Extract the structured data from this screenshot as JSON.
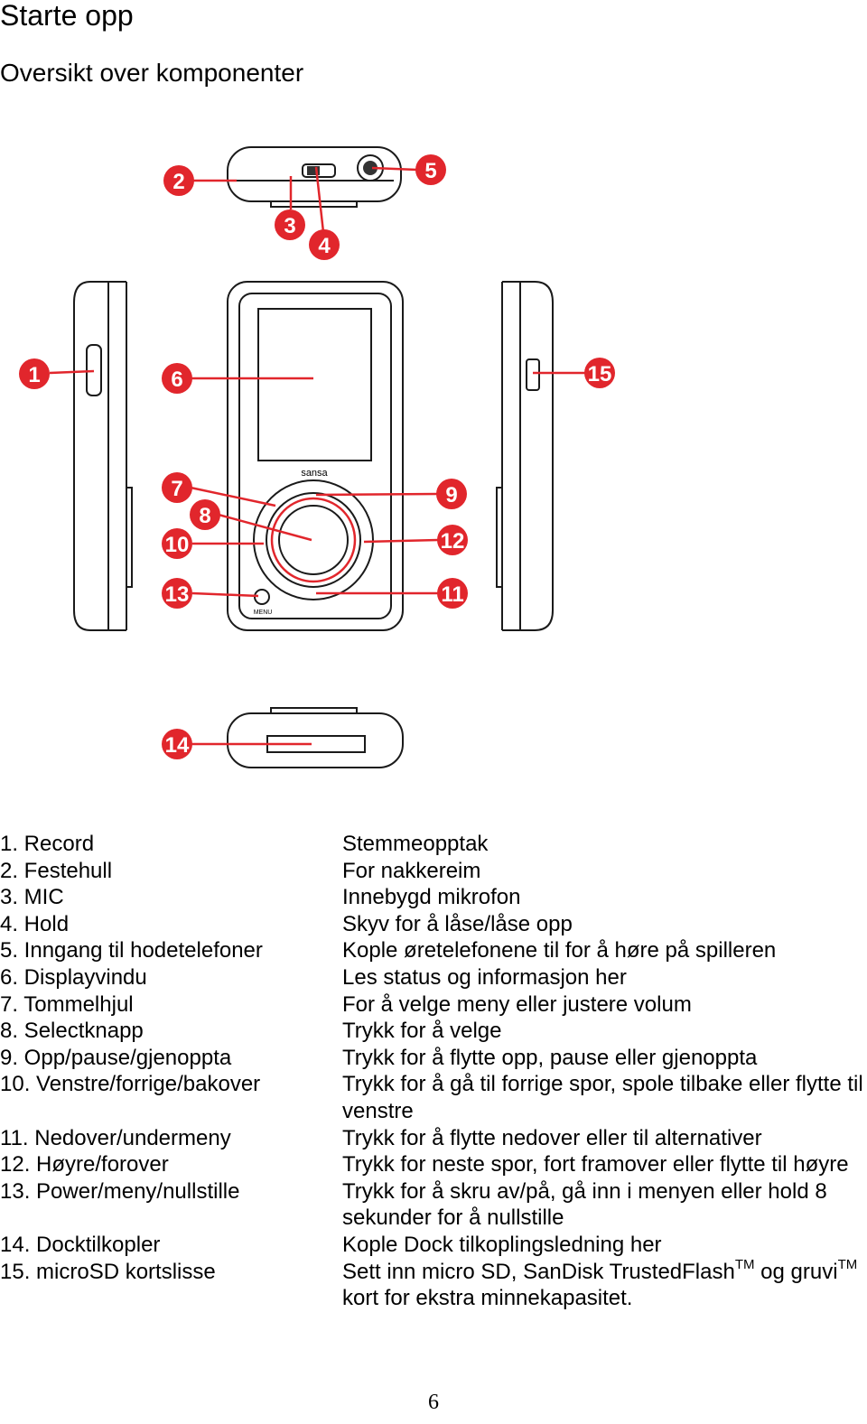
{
  "page": {
    "title": "Starte opp",
    "subtitle": "Oversikt over komponenter",
    "page_number": "6"
  },
  "figure": {
    "brand_text": "sansa",
    "menu_text": "MENU",
    "callouts": [
      "1",
      "2",
      "3",
      "4",
      "5",
      "6",
      "7",
      "8",
      "9",
      "10",
      "11",
      "12",
      "13",
      "14",
      "15"
    ],
    "accent_color": "#e1262c"
  },
  "legend": [
    {
      "term": "1. Record",
      "desc": "Stemmeopptak"
    },
    {
      "term": "2. Festehull",
      "desc": "For nakkereim"
    },
    {
      "term": "3. MIC",
      "desc": "Innebygd mikrofon"
    },
    {
      "term": "4. Hold",
      "desc": "Skyv for å låse/låse opp"
    },
    {
      "term": "5. Inngang til hodetelefoner",
      "desc": "Kople øretelefonene til for å høre på spilleren"
    },
    {
      "term": "6. Displayvindu",
      "desc": "Les status og informasjon her"
    },
    {
      "term": "7. Tommelhjul",
      "desc": "For å velge meny eller justere volum"
    },
    {
      "term": "8. Selectknapp",
      "desc": "Trykk for å velge"
    },
    {
      "term": "9. Opp/pause/gjenoppta",
      "desc": "Trykk for å flytte opp, pause eller gjenoppta"
    },
    {
      "term": "10. Venstre/forrige/bakover",
      "desc": "Trykk for å gå til forrige spor, spole tilbake eller flytte til venstre"
    },
    {
      "term": "11. Nedover/undermeny",
      "desc": "Trykk for å flytte nedover eller til alternativer"
    },
    {
      "term": "12.  Høyre/forover",
      "desc": "Trykk for neste spor, fort framover eller flytte til høyre"
    },
    {
      "term": "13. Power/meny/nullstille",
      "desc": "Trykk for å skru av/på, gå inn i menyen eller hold 8 sekunder for å nullstille"
    },
    {
      "term": "14. Docktilkopler",
      "desc": "Kople Dock tilkoplingsledning her"
    }
  ],
  "legend_last": {
    "term": "15. microSD kortslisse",
    "desc_a": "Sett inn micro SD, SanDisk TrustedFlash",
    "sup_a": "TM",
    "desc_b": " og gruvi",
    "sup_b": "TM",
    "desc_c": " kort for ekstra minnekapasitet."
  }
}
